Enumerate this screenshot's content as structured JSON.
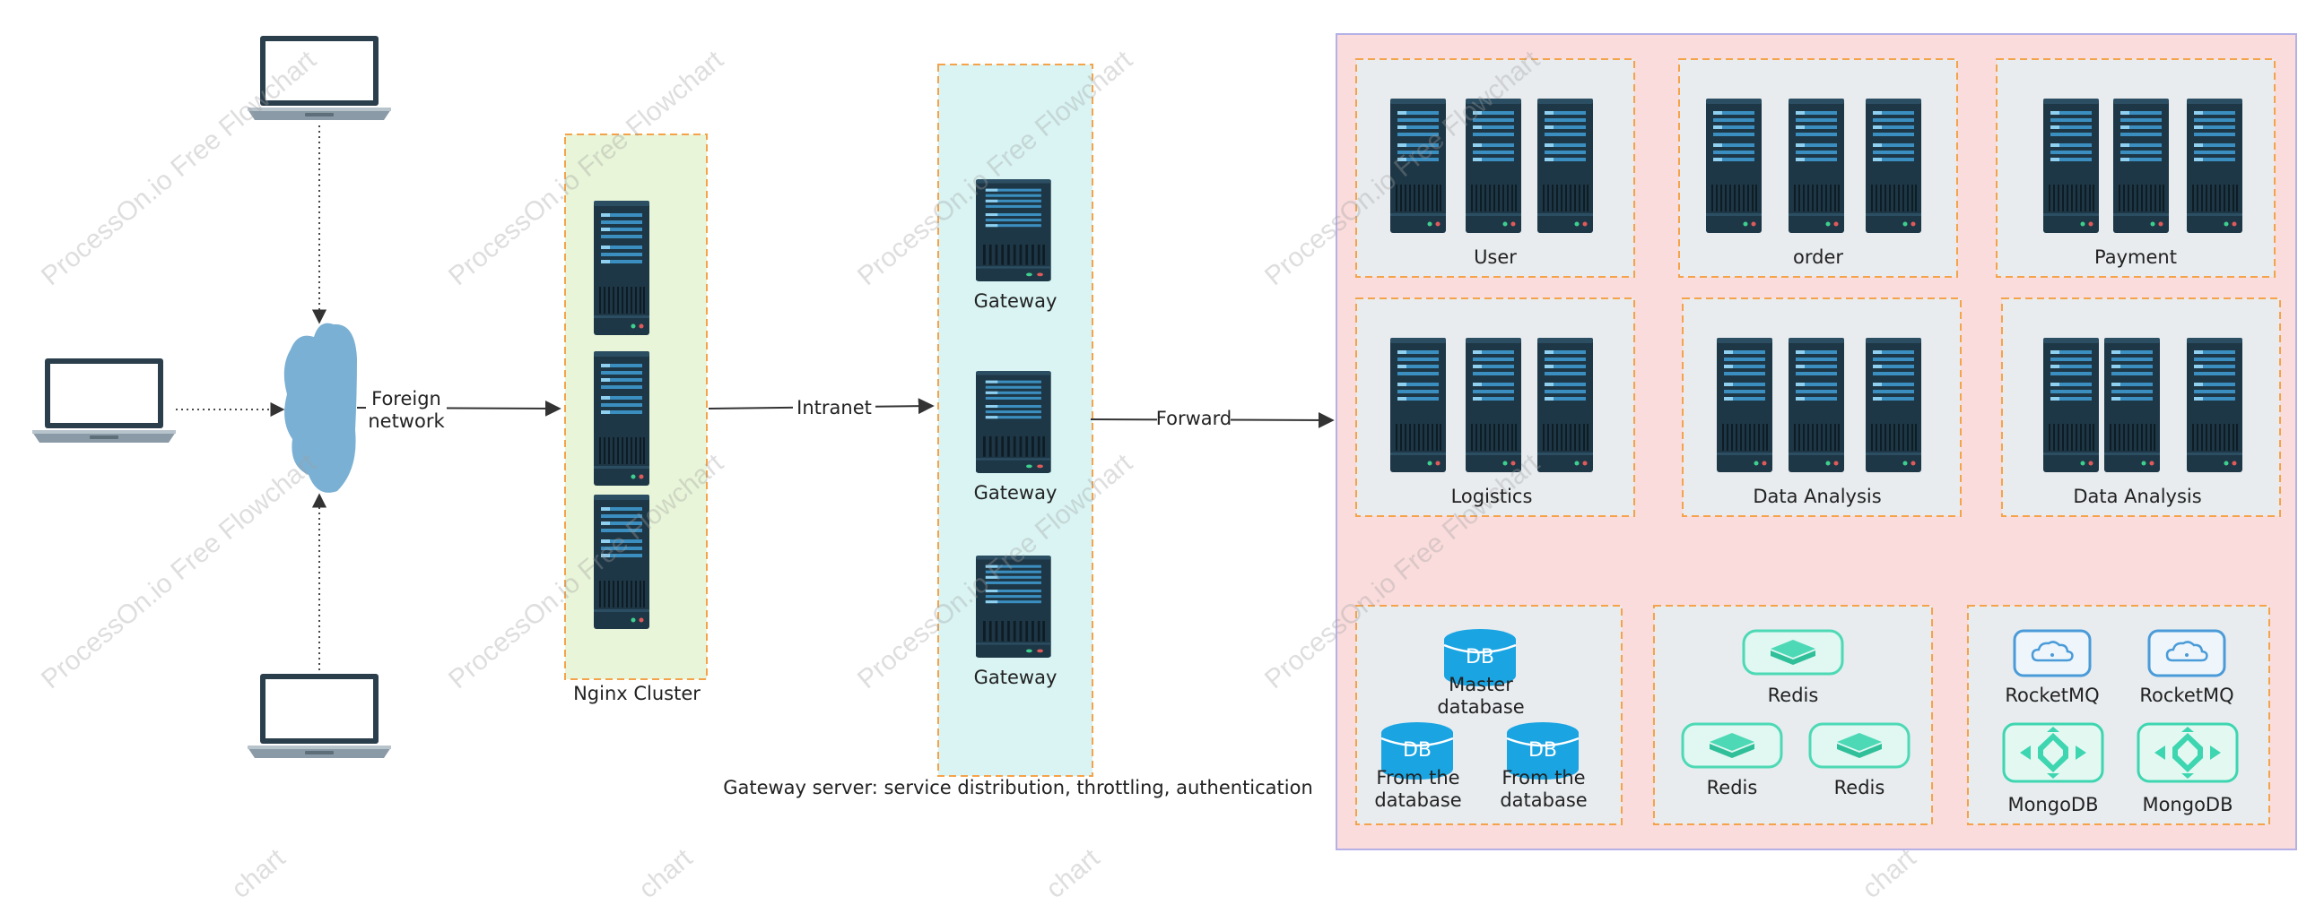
{
  "watermark": "ProcessOn.io Free Flowchart",
  "watermark_fragment": "chart",
  "colors": {
    "line": "#333333",
    "cluster_border": "#f5a34a",
    "nginx_fill": "#e8f5d8",
    "gateway_fill": "#d9f4f3",
    "services_fill": "#fadcdc",
    "services_border": "#b5b0e6",
    "group_fill": "#e8ecef",
    "server": "#1e3746",
    "server_accent": "#3b8fc0",
    "cloud": "#7ab0d3",
    "db": "#1aa4e2",
    "redis": "#4dd9b5",
    "mongo": "#3dd6b0",
    "mq": "#4a9bd8"
  },
  "edges": {
    "foreign_network": "Foreign network",
    "intranet": "Intranet",
    "forward": "Forward"
  },
  "nginx": {
    "label": "Nginx Cluster"
  },
  "gateway": {
    "nodes": [
      "Gateway",
      "Gateway",
      "Gateway"
    ],
    "caption": "Gateway server: service distribution, throttling, authentication"
  },
  "services": {
    "groups": [
      "User",
      "order",
      "Payment",
      "Logistics",
      "Data Analysis",
      "Data Analysis"
    ]
  },
  "storage": {
    "databases": {
      "master": "Master database",
      "slave1": "From the database",
      "slave2": "From the database",
      "icon_text": "DB"
    },
    "redis": [
      "Redis",
      "Redis",
      "Redis"
    ],
    "mq": [
      "RocketMQ",
      "RocketMQ",
      "MongoDB",
      "MongoDB"
    ]
  }
}
